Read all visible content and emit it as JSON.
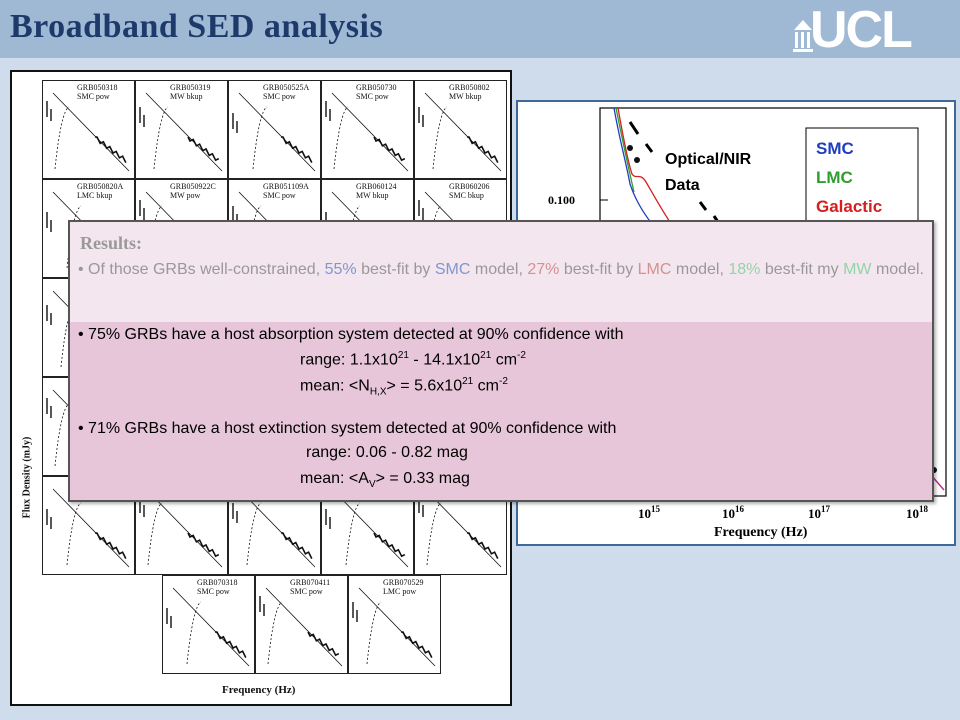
{
  "header": {
    "title": "Broadband SED analysis",
    "logo_text": "UCL"
  },
  "left_figure": {
    "ylabel": "Flux Density (mJy)",
    "xlabel": "Frequency (Hz)",
    "panels": [
      {
        "name": "GRB050318",
        "model": "SMC pow"
      },
      {
        "name": "GRB050319",
        "model": "MW bkup"
      },
      {
        "name": "GRB050525A",
        "model": "SMC pow"
      },
      {
        "name": "GRB050730",
        "model": "SMC pow"
      },
      {
        "name": "GRB050802",
        "model": "MW bkup"
      },
      {
        "name": "GRB050820A",
        "model": "LMC bkup"
      },
      {
        "name": "GRB050922C",
        "model": "MW pow"
      },
      {
        "name": "GRB051109A",
        "model": "SMC pow"
      },
      {
        "name": "GRB060124",
        "model": "MW bkup"
      },
      {
        "name": "GRB060206",
        "model": "SMC bkup"
      },
      {
        "name": "GRB070318",
        "model": "SMC pow"
      },
      {
        "name": "GRB070411",
        "model": "SMC pow"
      },
      {
        "name": "GRB070529",
        "model": "LMC pow"
      }
    ]
  },
  "chart_data": {
    "type": "line",
    "title": "",
    "xlabel": "Frequency (Hz)",
    "ylabel": "",
    "x_ticks": [
      "10",
      "10",
      "10",
      "10"
    ],
    "x_tick_exponents": [
      "15",
      "16",
      "17",
      "18"
    ],
    "y_ticks": [
      "0.100"
    ],
    "legend_entries": [
      {
        "label": "SMC",
        "color": "#1f3fbf"
      },
      {
        "label": "LMC",
        "color": "#2e9e2e"
      },
      {
        "label": "Galactic",
        "color": "#d42020"
      }
    ],
    "annotation": "Optical/NIR Data",
    "legend_position": "top-right"
  },
  "results": {
    "heading": "Results:",
    "summary": {
      "prefix": "• Of those GRBs well-constrained, ",
      "smc_pct": "55%",
      "mid1": " best-fit by ",
      "smc": "SMC",
      "mid2": " model, ",
      "lmc_pct": "27%",
      "mid3": " best-fit by ",
      "lmc": "LMC",
      "mid4": " model, ",
      "mw_pct": "18%",
      "mid5": " best-fit my ",
      "mw": "MW",
      "suffix": " model."
    },
    "absorption": {
      "line": "• 75% GRBs have a host absorption system detected at 90% confidence with",
      "range_prefix": "range: 1.1x10",
      "range_exp1": "21",
      "range_mid": " - 14.1x10",
      "range_exp2": "21",
      "range_unit": " cm",
      "range_unit_exp": "-2",
      "mean_prefix": "mean: <N",
      "mean_sub": "H,X",
      "mean_mid": "> = 5.6x10",
      "mean_exp": "21",
      "mean_unit": " cm",
      "mean_unit_exp": "-2"
    },
    "extinction": {
      "line": "• 71% GRBs have a host extinction system detected at 90% confidence with",
      "range": "range: 0.06 - 0.82 mag",
      "mean_prefix": "mean: <A",
      "mean_sub": "V",
      "mean_suffix": "> = 0.33 mag"
    }
  },
  "colors": {
    "header_bg": "#9fb8d3",
    "title": "#1d3a6b",
    "results_bg": "#e6c6d8",
    "smc": "#7f97cf",
    "lmc": "#d5908f",
    "mw": "#8fd6a9"
  }
}
